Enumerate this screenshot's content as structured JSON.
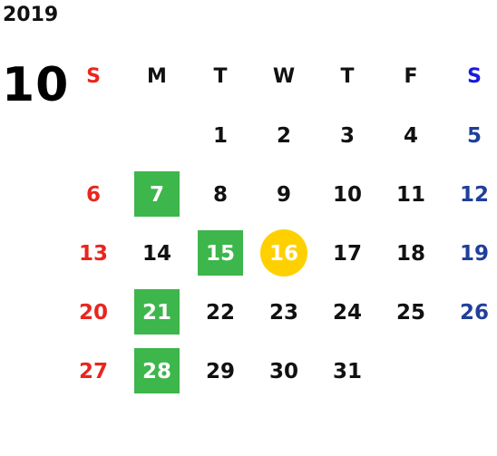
{
  "calendar": {
    "year": "2019",
    "month": "10",
    "weekdays": [
      "S",
      "M",
      "T",
      "W",
      "T",
      "F",
      "S"
    ],
    "weeks": [
      [
        "",
        "",
        "1",
        "2",
        "3",
        "4",
        "5"
      ],
      [
        "6",
        "7",
        "8",
        "9",
        "10",
        "11",
        "12"
      ],
      [
        "13",
        "14",
        "15",
        "16",
        "17",
        "18",
        "19"
      ],
      [
        "20",
        "21",
        "22",
        "23",
        "24",
        "25",
        "26"
      ],
      [
        "27",
        "28",
        "29",
        "30",
        "31",
        "",
        ""
      ]
    ],
    "highlighted_days": [
      "7",
      "15",
      "21",
      "28"
    ],
    "today": "16",
    "colors": {
      "sunday": "#e8261e",
      "saturday_header": "#1a1adc",
      "saturday": "#1f3f9a",
      "highlight": "#3db64b",
      "today": "#ffd000"
    }
  }
}
